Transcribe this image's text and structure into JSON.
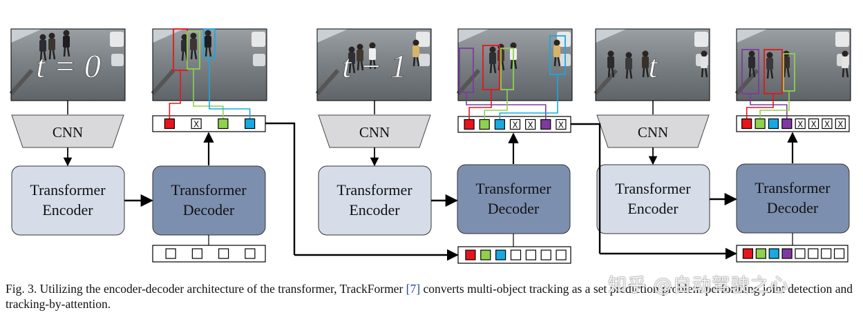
{
  "stages": [
    {
      "time_label": "t = 0",
      "cnn": "CNN",
      "encoder": [
        "Transformer",
        "Encoder"
      ],
      "decoder": [
        "Transformer",
        "Decoder"
      ],
      "output_slots": [
        "red",
        "x",
        "green",
        "blue"
      ],
      "query_slots": [
        "empty",
        "empty",
        "empty",
        "empty"
      ]
    },
    {
      "time_label": "t − 1",
      "cnn": "CNN",
      "encoder": [
        "Transformer",
        "Encoder"
      ],
      "decoder": [
        "Transformer",
        "Decoder"
      ],
      "output_slots": [
        "red",
        "green",
        "blue",
        "x",
        "x",
        "purple",
        "x"
      ],
      "query_slots": [
        "red",
        "green",
        "blue",
        "empty",
        "empty",
        "empty",
        "empty"
      ]
    },
    {
      "time_label": "t",
      "cnn": "CNN",
      "encoder": [
        "Transformer",
        "Encoder"
      ],
      "decoder": [
        "Transformer",
        "Decoder"
      ],
      "output_slots": [
        "red",
        "green",
        "blue",
        "purple",
        "x",
        "x",
        "x",
        "x"
      ],
      "query_slots": [
        "red",
        "green",
        "blue",
        "purple",
        "empty",
        "empty",
        "empty",
        "empty"
      ]
    }
  ],
  "colors": {
    "red": "#e8141c",
    "green": "#8fd14f",
    "blue": "#19a8e0",
    "purple": "#7f3aa0",
    "encoder_fill": "#d6dde9",
    "decoder_fill": "#7d8faf",
    "cnn_fill": "#d9d8da"
  },
  "caption": {
    "lead": "Fig. 3.  Utilizing the encoder-decoder architecture of the transformer, TrackFormer ",
    "ref": "[7]",
    "tail": " converts multi-object tracking as a set prediction problem performing joint detection and tracking-by-attention."
  },
  "watermark": "知乎 @自动驾驶之心"
}
